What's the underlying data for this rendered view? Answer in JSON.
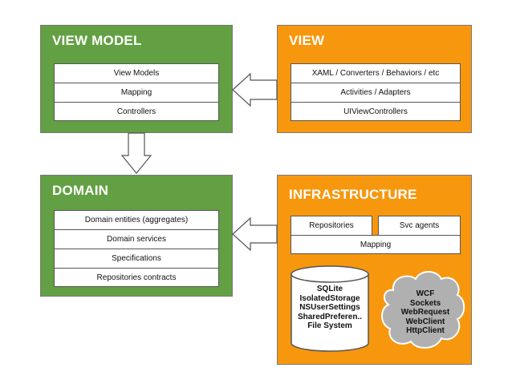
{
  "view_model": {
    "title": "VIEW MODEL",
    "items": [
      "View Models",
      "Mapping",
      "Controllers"
    ]
  },
  "view": {
    "title": "VIEW",
    "items": [
      "XAML / Converters / Behaviors / etc",
      "Activities / Adapters",
      "UIViewControllers"
    ]
  },
  "domain": {
    "title": "DOMAIN",
    "items": [
      "Domain entities (aggregates)",
      "Domain services",
      "Specifications",
      "Repositories contracts"
    ]
  },
  "infrastructure": {
    "title": "INFRASTRUCTURE",
    "repositories": "Repositories",
    "svc_agents": "Svc agents",
    "mapping": "Mapping",
    "storage": [
      "SQLite",
      "IsolatedStorage",
      "NSUserSettings",
      "SharedPreferen..",
      "File System"
    ],
    "services": [
      "WCF",
      "Sockets",
      "WebRequest",
      "WebClient",
      "HttpClient"
    ]
  },
  "colors": {
    "green": "#62a043",
    "orange": "#f7970e",
    "cloud": "#b0b0b0"
  }
}
